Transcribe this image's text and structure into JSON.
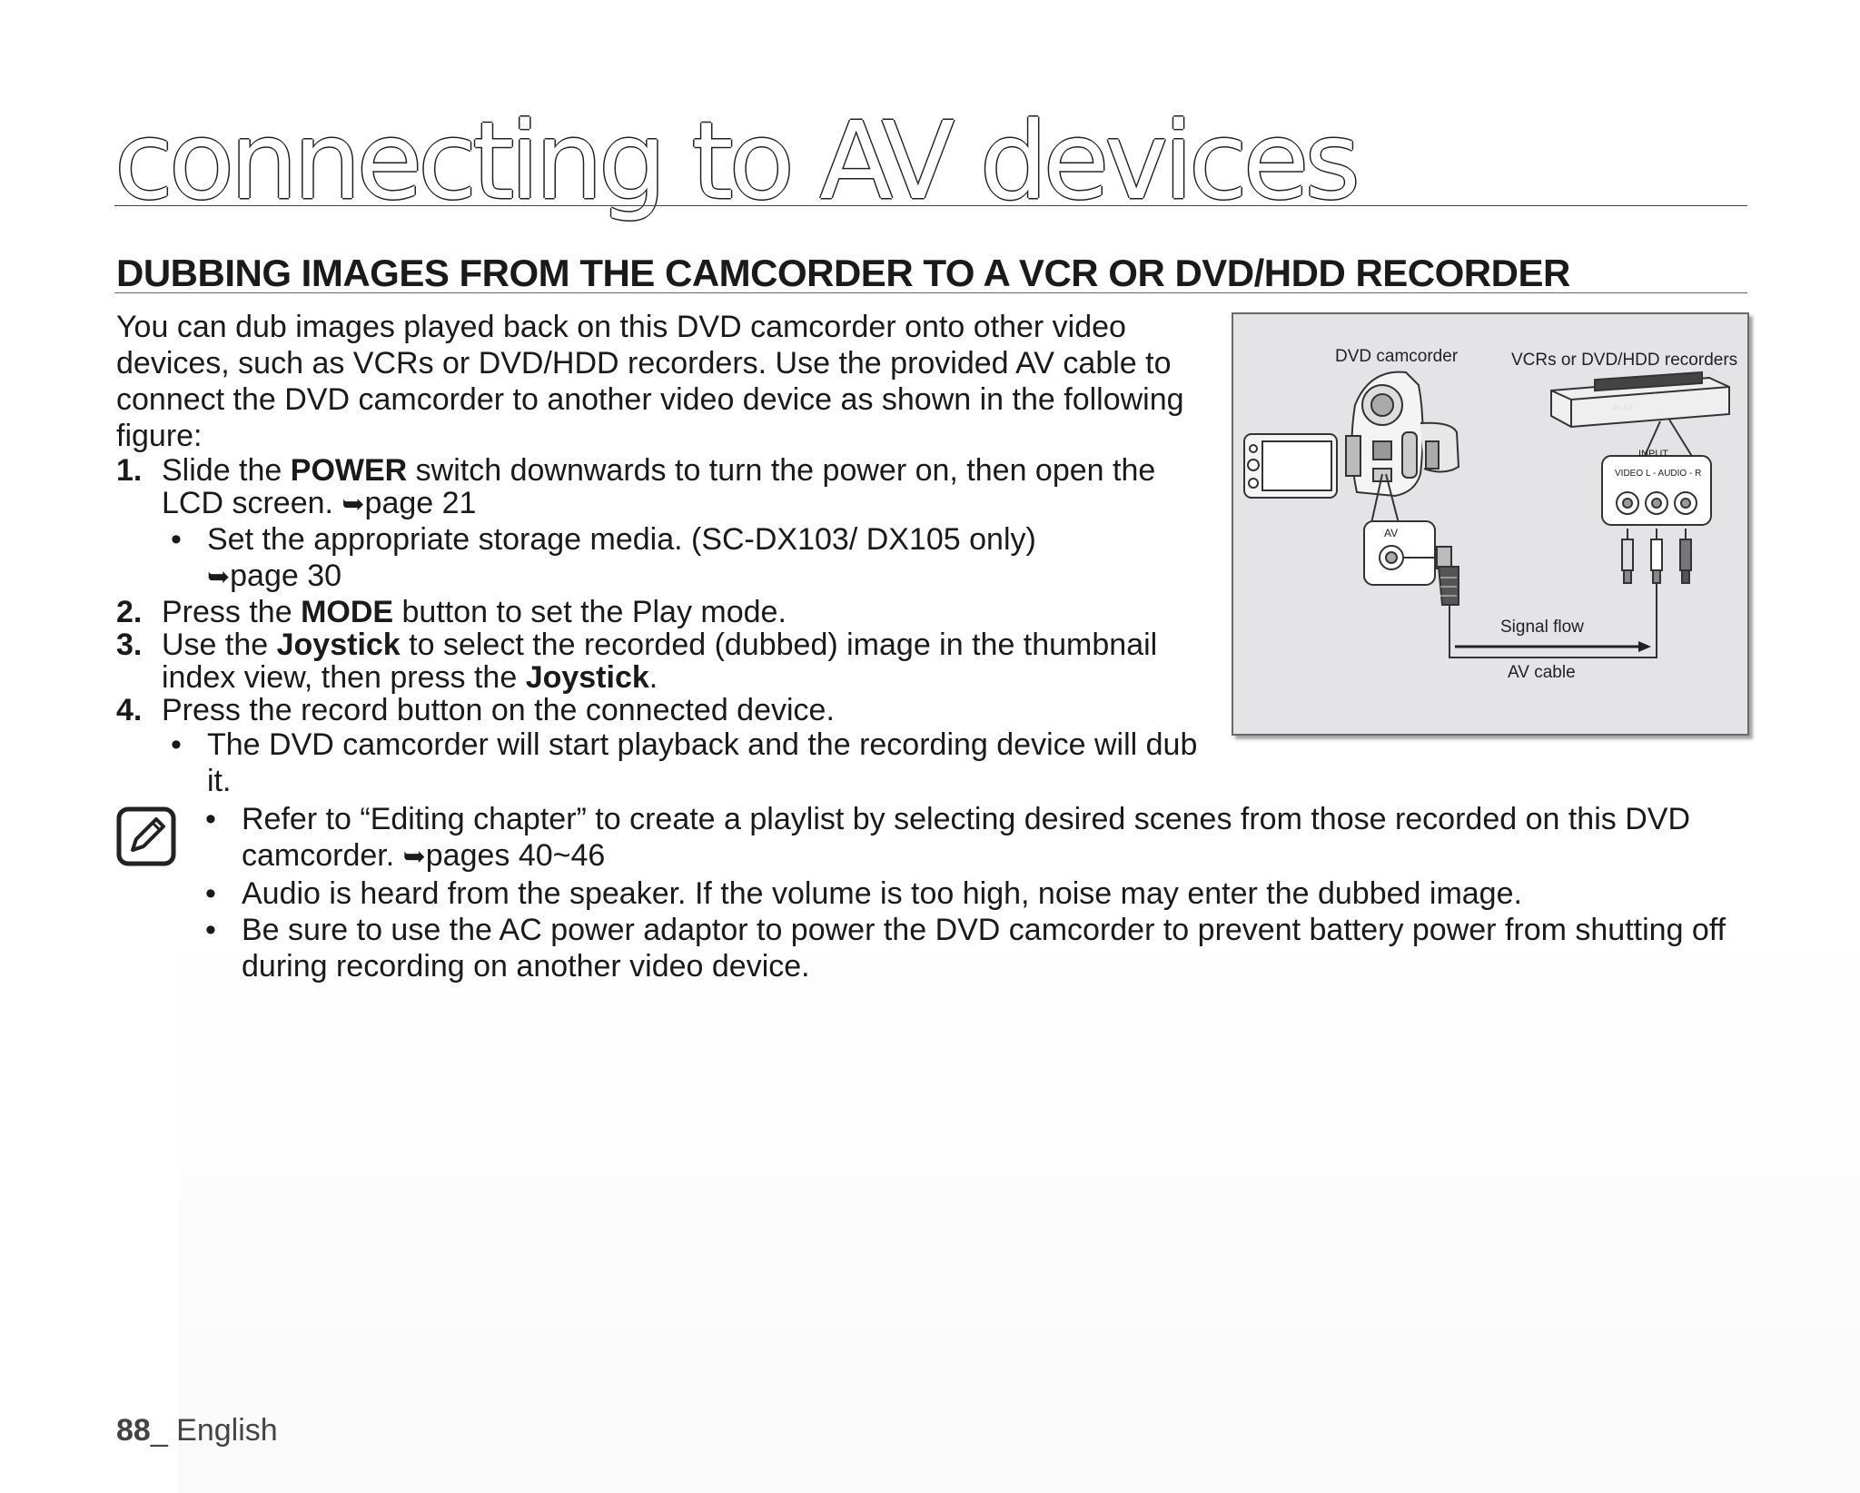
{
  "chapter_title": "connecting to AV devices",
  "section_heading": "DUBBING IMAGES FROM THE CAMCORDER TO A VCR OR DVD/HDD RECORDER",
  "intro": "You can dub images played back on this DVD camcorder onto other video devices, such as VCRs or DVD/HDD recorders. Use the provided AV cable to connect the DVD camcorder to another video device as shown in the following figure:",
  "ref_arrow": "➥",
  "steps": [
    {
      "num": "1.",
      "pre": "Slide the ",
      "bold": "POWER",
      "post": " switch downwards to turn the power on, then open the LCD screen. ",
      "ref": "page 21",
      "sub": {
        "text": "Set the appropriate storage media. (SC-DX103/ DX105 only)",
        "ref": "page 30"
      }
    },
    {
      "num": "2.",
      "pre": "Press the ",
      "bold": "MODE",
      "post": " button to set the Play mode."
    },
    {
      "num": "3.",
      "pre": "Use the ",
      "bold": "Joystick",
      "post": " to select the recorded (dubbed) image in the thumbnail index view, then press the ",
      "bold2": "Joystick",
      "post2": "."
    },
    {
      "num": "4.",
      "text": "Press the record button on the connected device.",
      "sub": {
        "text": "The DVD camcorder will start playback and the recording device will dub it."
      }
    }
  ],
  "bullet": "•",
  "figure": {
    "camcorder_label": "DVD camcorder",
    "recorder_label": "VCRs or DVD/HDD recorders",
    "input_label": "INPUT",
    "video_label": "VIDEO",
    "audio_label": "L - AUDIO - R",
    "av_label": "AV",
    "play_label": "PLAY",
    "signal_label": "Signal flow",
    "cable_label": "AV cable"
  },
  "notes": [
    {
      "text": "Refer to “Editing chapter” to create a playlist by selecting desired scenes from those recorded on this DVD camcorder. ",
      "ref": "pages 40~46"
    },
    {
      "text": "Audio is heard from the speaker. If the volume is too high, noise may enter the dubbed image."
    },
    {
      "text": "Be sure to use the AC power adaptor to power the DVD camcorder to prevent battery power from shutting off during recording on another video device."
    }
  ],
  "footer": {
    "page_number": "88",
    "language": "_ English"
  }
}
